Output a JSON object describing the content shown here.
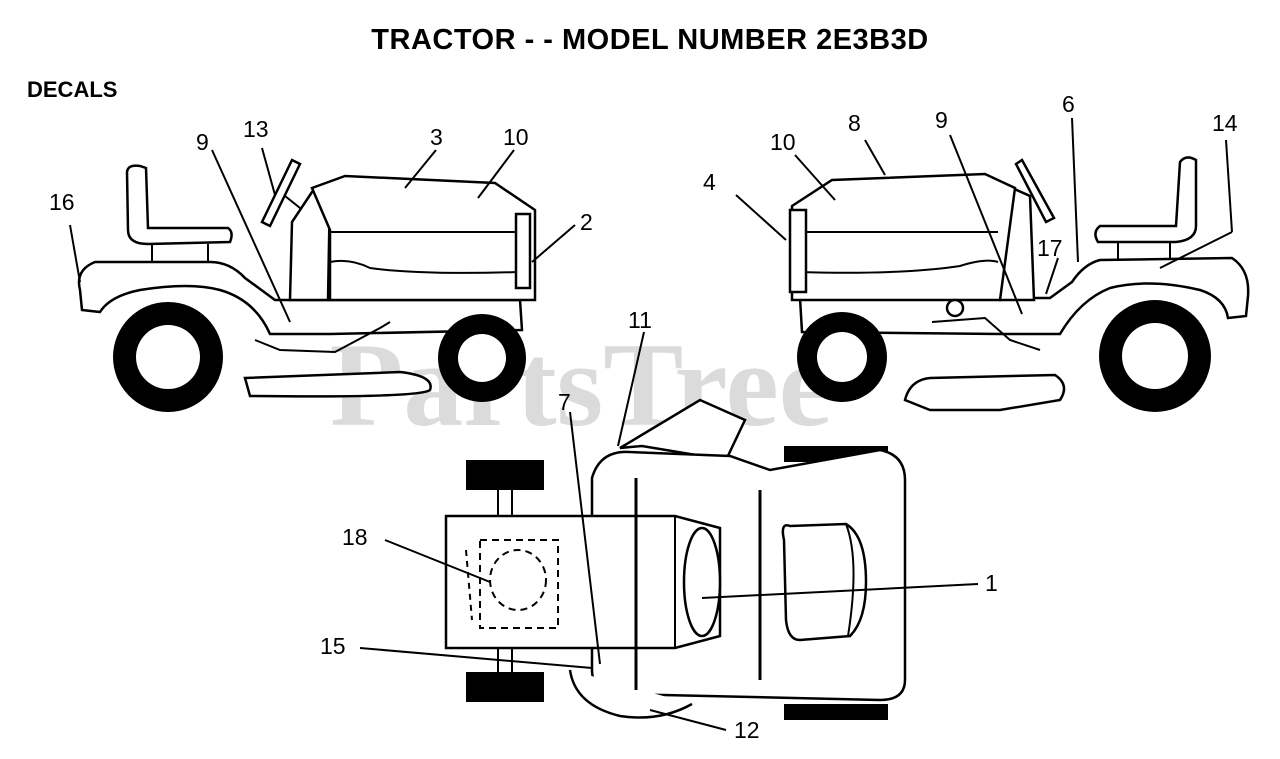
{
  "title": "TRACTOR - - MODEL NUMBER 2E3B3D",
  "section": "DECALS",
  "watermark": "PartsTree",
  "callouts": {
    "left": [
      "16",
      "9",
      "13",
      "3",
      "10",
      "2"
    ],
    "right": [
      "10",
      "8",
      "9",
      "6",
      "14",
      "4",
      "17"
    ],
    "top": [
      "11",
      "7",
      "18",
      "1",
      "15",
      "12"
    ]
  }
}
